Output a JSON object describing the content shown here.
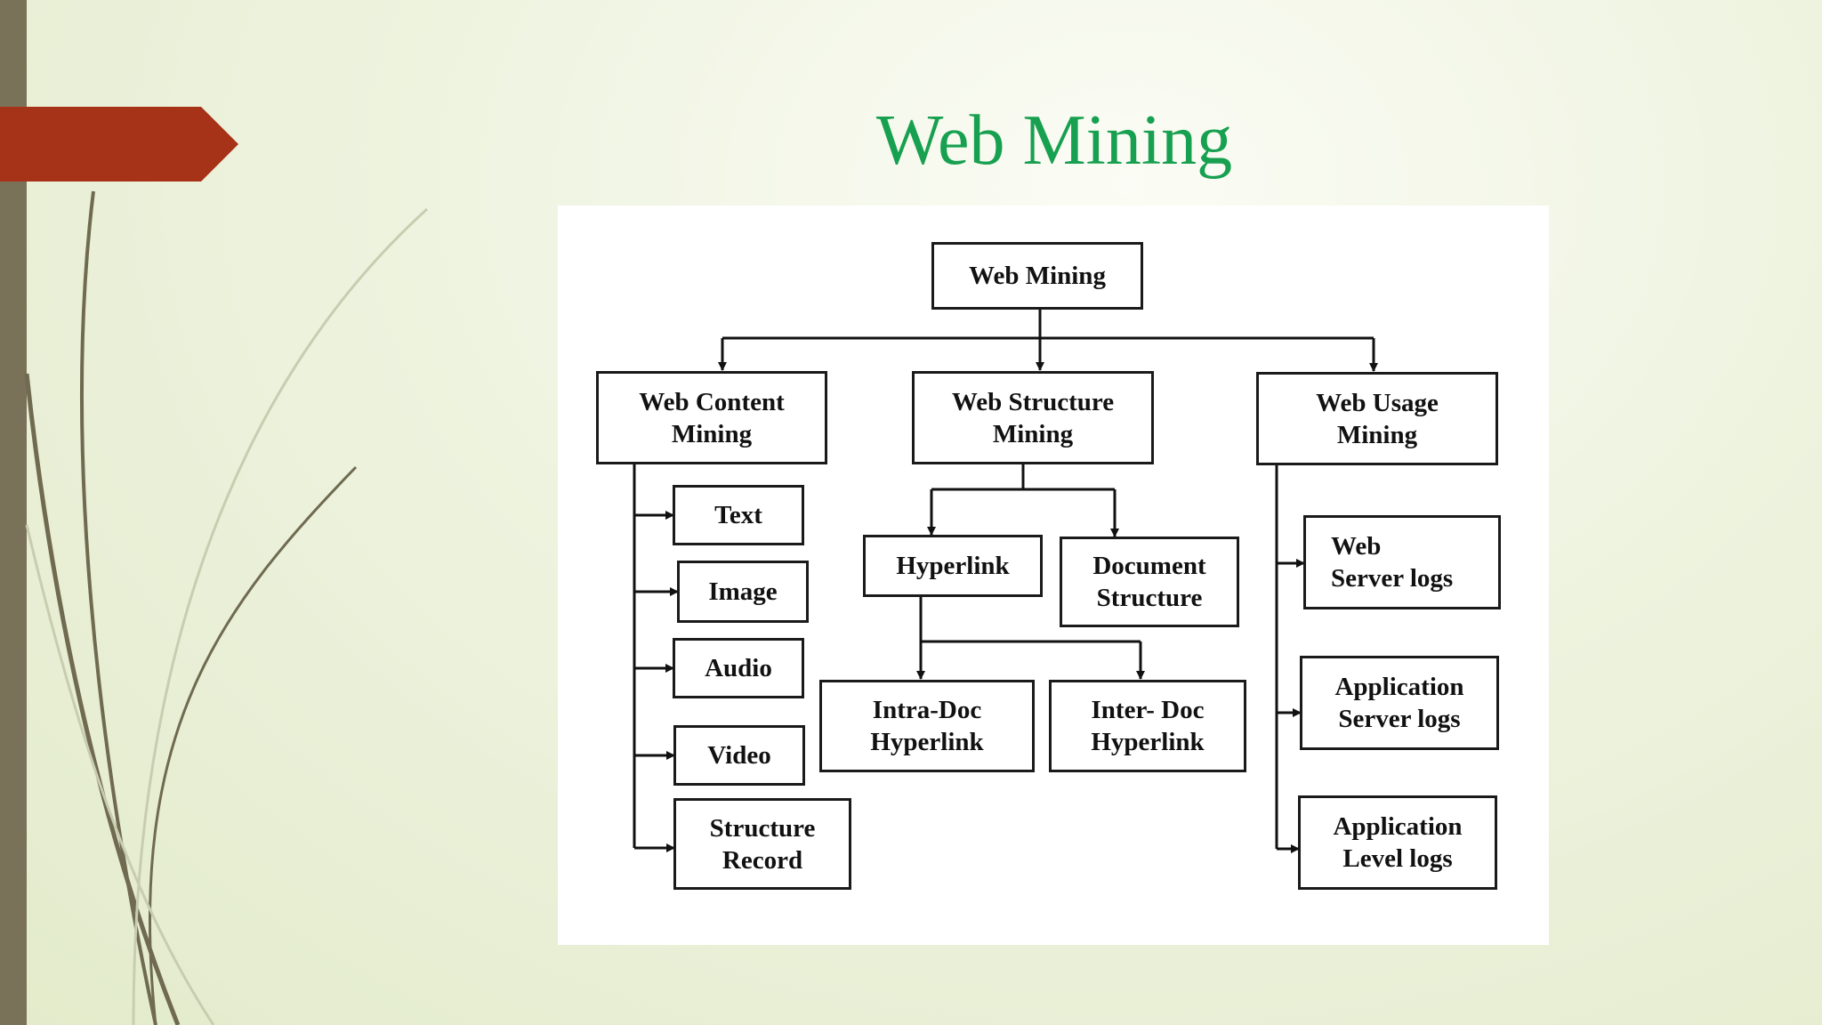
{
  "title": "Web Mining",
  "diagram": {
    "root": "Web Mining",
    "content": "Web Content\nMining",
    "structure": "Web Structure\nMining",
    "usage": "Web Usage\nMining",
    "text": "Text",
    "image": "Image",
    "audio": "Audio",
    "video": "Video",
    "structure_record": "Structure\nRecord",
    "hyperlink": "Hyperlink",
    "document_structure": "Document\nStructure",
    "intra_doc": "Intra-Doc\nHyperlink",
    "inter_doc": "Inter- Doc\nHyperlink",
    "web_server_logs": "Web\nServer logs",
    "app_server_logs": "Application\nServer logs",
    "app_level_logs": "Application\nLevel logs"
  },
  "colors": {
    "title": "#17a050",
    "tab": "#a63218",
    "bar": "#7a7258"
  }
}
